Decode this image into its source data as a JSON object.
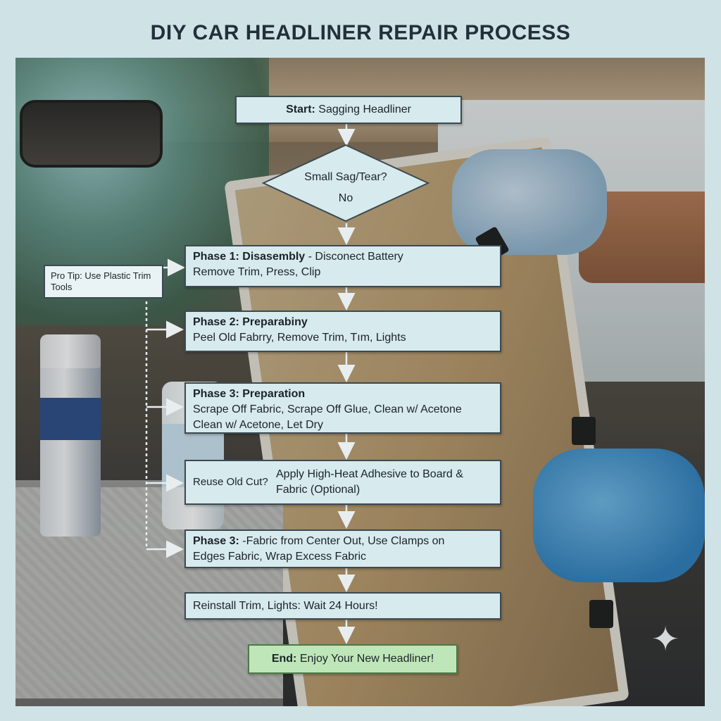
{
  "title": "DIY CAR HEADLINER REPAIR PROCESS",
  "nodes": {
    "start": {
      "bold": "Start:",
      "text": " Sagging Headliner"
    },
    "decision": {
      "question": "Small Sag/Tear?",
      "answer": "No"
    },
    "phase1": {
      "bold": "Phase 1: Disasembly",
      "text": " - Disconect Battery",
      "line2": "Remove Trim, Press, Clip"
    },
    "phase2": {
      "bold": "Phase 2: Preparabiny",
      "line2": "Peel Old Fabrry, Remove Trim, Tım, Lights"
    },
    "phase3": {
      "bold": "Phase 3: Preparation",
      "line2": "Scrape Off Fabric, Scrape Off Glue, Clean w/ Acetone",
      "line3": "Clean w/ Acetone, Let Dry"
    },
    "adhesive": {
      "side": "Reuse Old Cut?",
      "line1": "Apply High-Heat Adhesive to Board &",
      "line2": "Fabric (Optional)"
    },
    "phase3b": {
      "bold": "Phase 3:",
      "text": " -Fabric from Center Out, Use Clamps on",
      "line2": "Edges Fabric, Wrap Excess Fabric"
    },
    "reinstall": {
      "text": "Reinstall Trim, Lights: Wait 24 Hours!"
    },
    "end": {
      "bold": "End:",
      "text": " Enjoy Your New Headliner!"
    }
  },
  "tip": {
    "text": "Pro Tip: Use Plastic Trim Tools"
  },
  "colors": {
    "box_fill": "#d7eaee",
    "end_fill": "#bfe6b8",
    "background": "#cfe3e6"
  },
  "icons": [
    "sparkle-icon"
  ]
}
